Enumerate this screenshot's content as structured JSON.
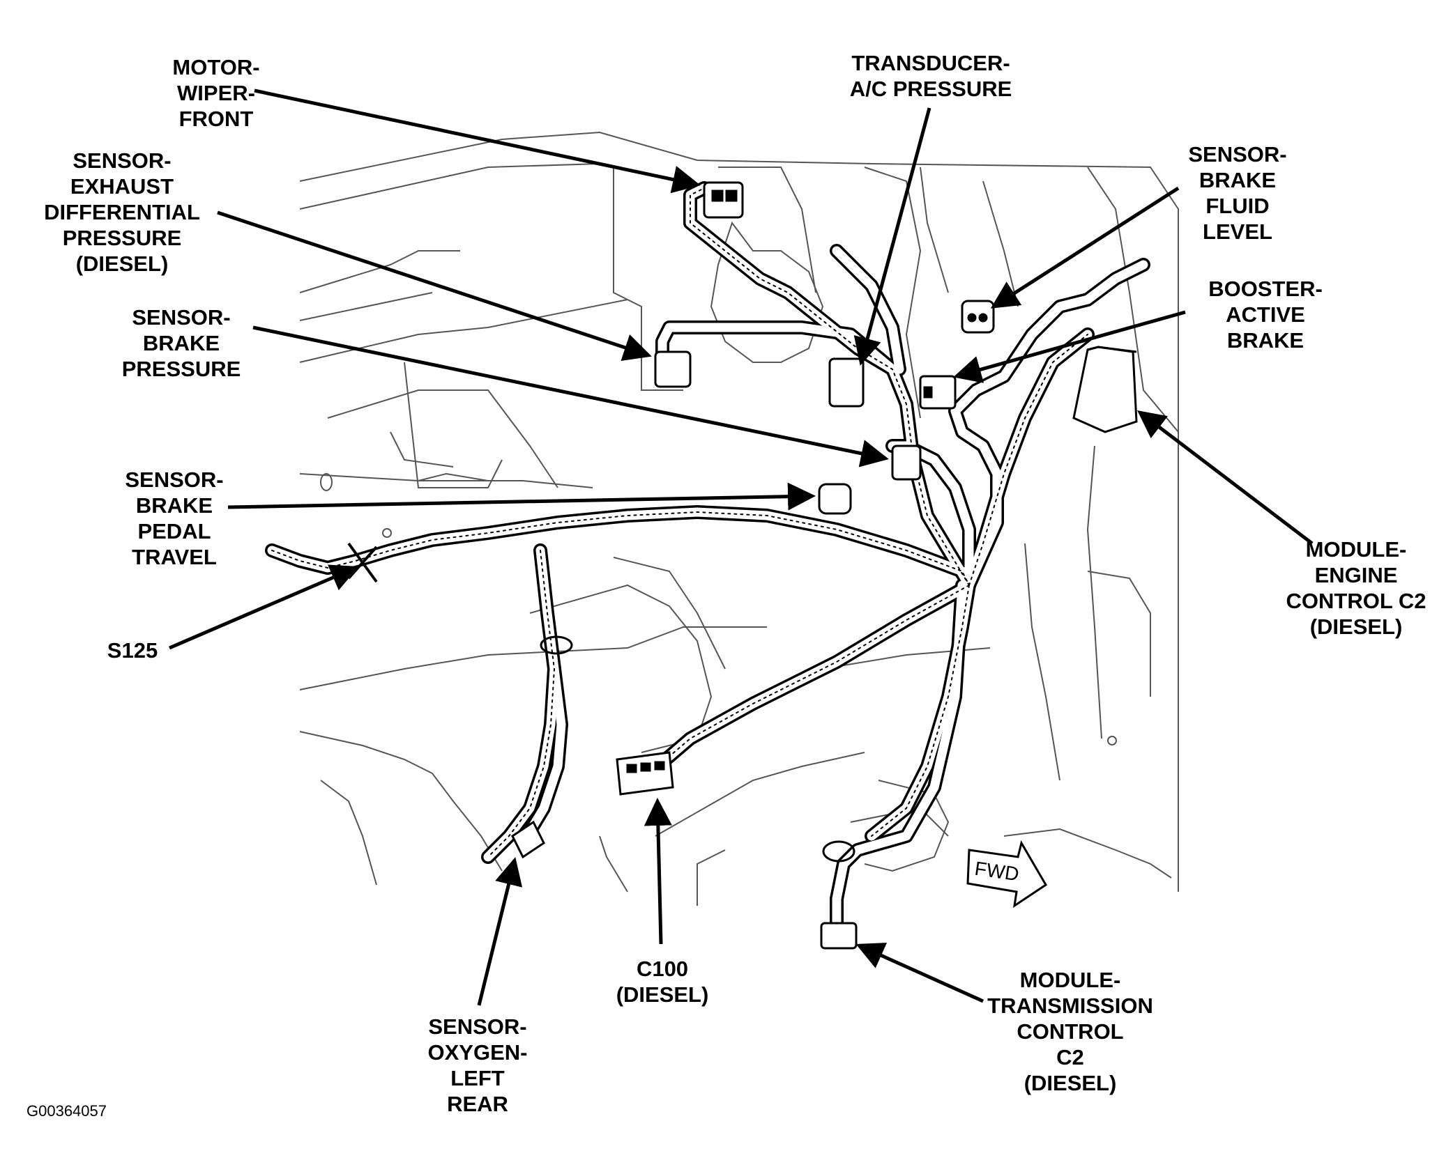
{
  "figure_id": "G00364057",
  "fwd_label": "FWD",
  "callouts": {
    "motor_wiper_front": [
      "MOTOR-",
      "WIPER-",
      "FRONT"
    ],
    "transducer_ac_pressure": [
      "TRANSDUCER-",
      "A/C PRESSURE"
    ],
    "sensor_exhaust_diff_pressure": [
      "SENSOR-",
      "EXHAUST",
      "DIFFERENTIAL",
      "PRESSURE",
      "(DIESEL)"
    ],
    "sensor_brake_fluid_level": [
      "SENSOR-",
      "BRAKE",
      "FLUID",
      "LEVEL"
    ],
    "booster_active_brake": [
      "BOOSTER-",
      "ACTIVE",
      "BRAKE"
    ],
    "sensor_brake_pressure": [
      "SENSOR-",
      "BRAKE",
      "PRESSURE"
    ],
    "sensor_brake_pedal_travel": [
      "SENSOR-",
      "BRAKE",
      "PEDAL",
      "TRAVEL"
    ],
    "module_engine_control_c2": [
      "MODULE-",
      "ENGINE",
      "CONTROL C2",
      "(DIESEL)"
    ],
    "s125": [
      "S125"
    ],
    "sensor_oxygen_left_rear": [
      "SENSOR-",
      "OXYGEN-",
      "LEFT",
      "REAR"
    ],
    "c100": [
      "C100",
      "(DIESEL)"
    ],
    "module_transmission_control_c2": [
      "MODULE-",
      "TRANSMISSION",
      "CONTROL",
      "C2",
      "(DIESEL)"
    ]
  }
}
